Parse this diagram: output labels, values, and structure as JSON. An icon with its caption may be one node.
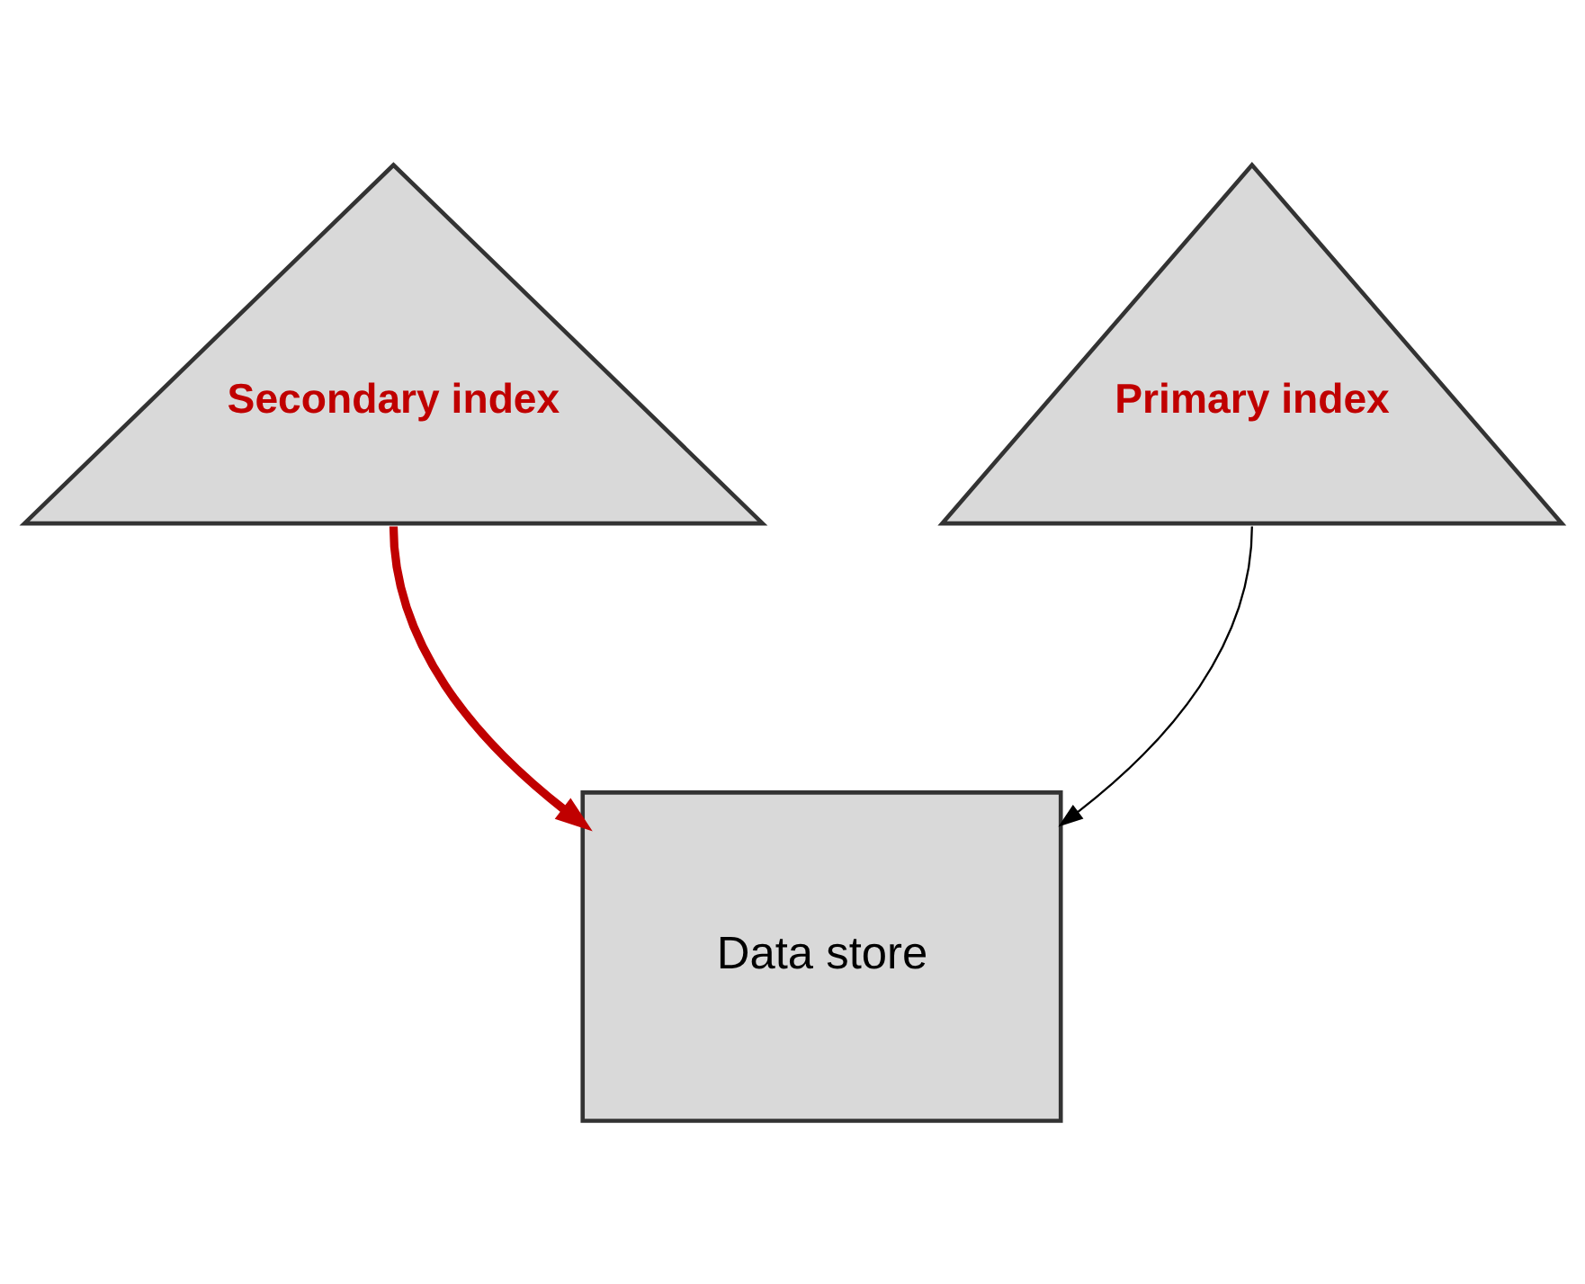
{
  "diagram": {
    "nodes": [
      {
        "text": [
          "Secondary index"
        ]
      },
      {
        "text": [
          "Primary index"
        ]
      },
      {
        "text": [
          "Data store"
        ]
      }
    ],
    "edges": [
      {
        "from": 0,
        "to": 2,
        "arrow": "to",
        "style": "thick",
        "color": "#c00000"
      },
      {
        "from": 1,
        "to": 2,
        "arrow": "to",
        "color": "#000000"
      }
    ]
  }
}
